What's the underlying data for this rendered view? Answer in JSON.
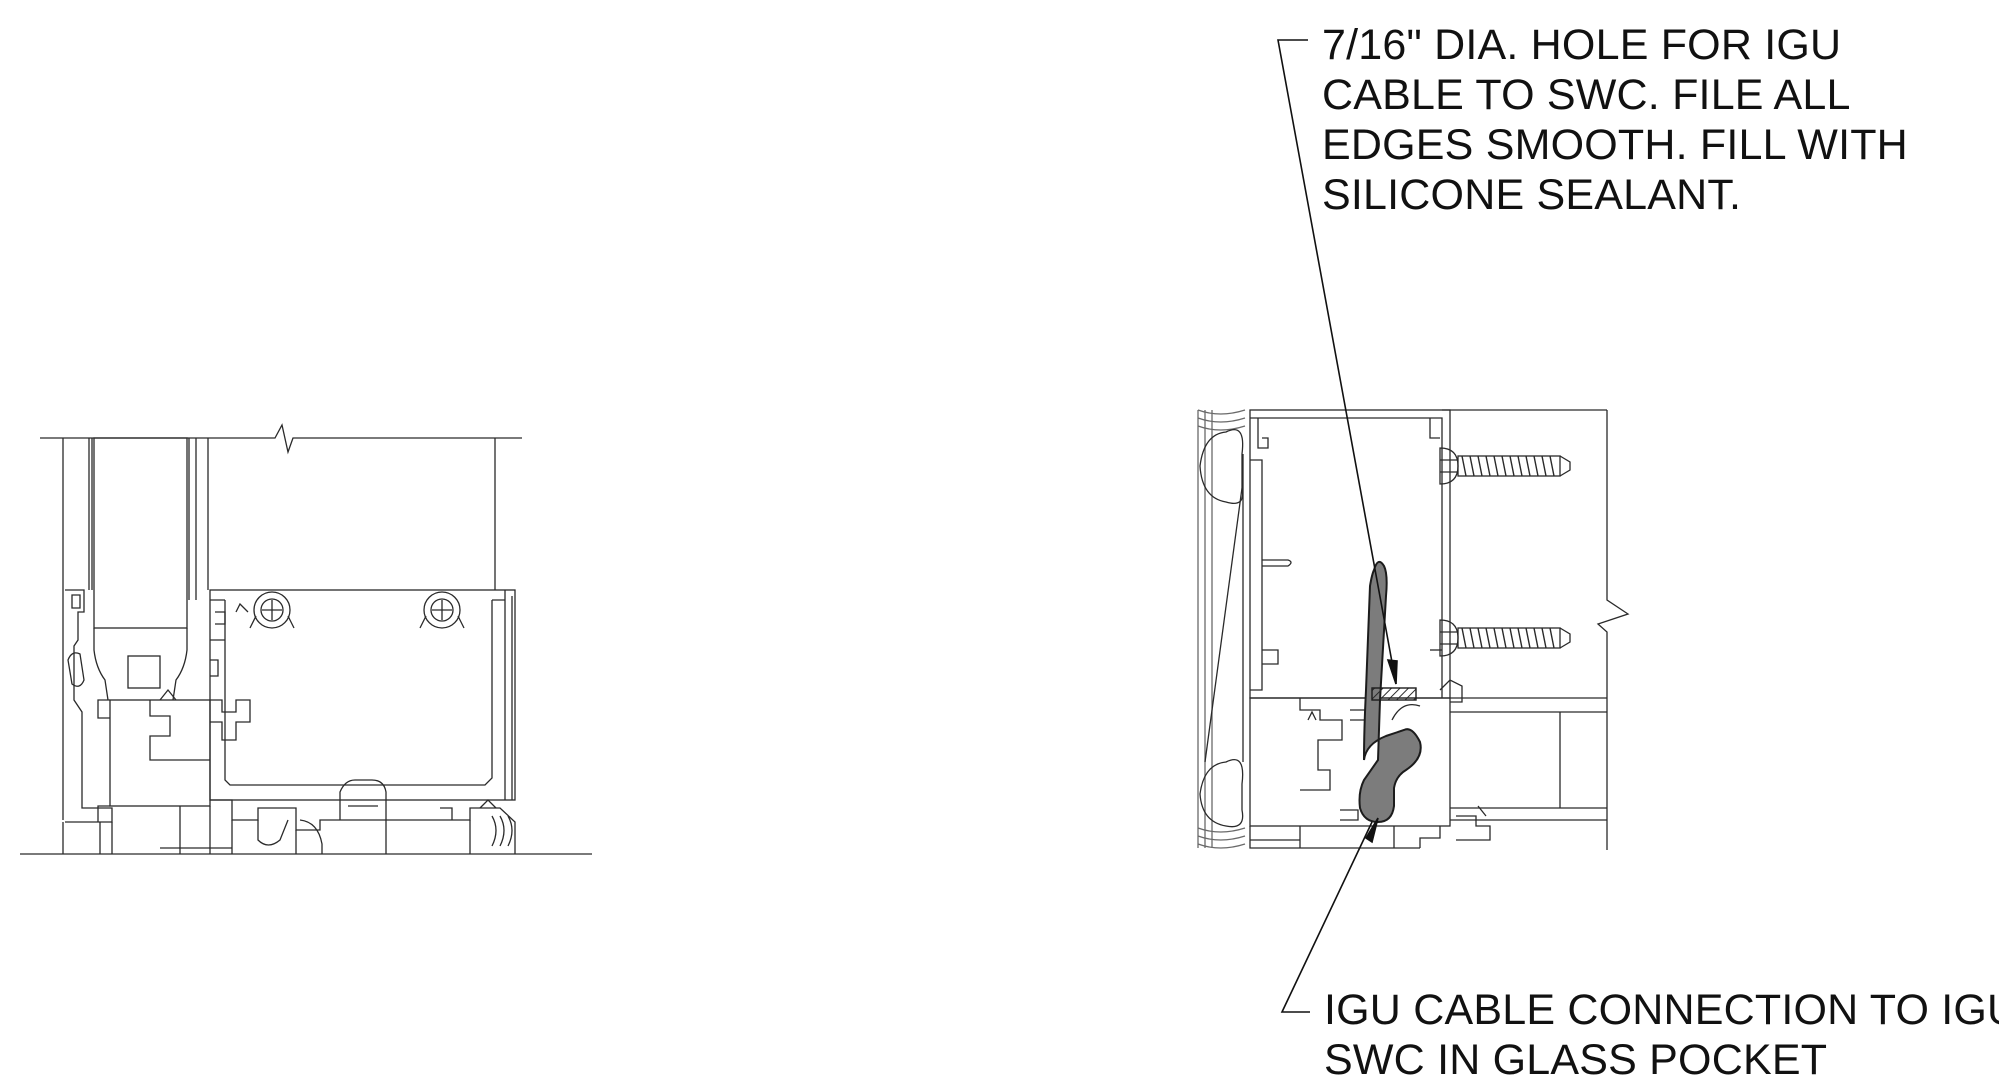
{
  "colors": {
    "line": "#2a2a2a",
    "light_line": "#6a6a6a",
    "cable_fill": "#7c7c7c",
    "background": "#ffffff"
  },
  "callouts": {
    "hole": {
      "lines": [
        "7/16\" DIA. HOLE FOR IGU",
        "CABLE TO SWC. FILE ALL",
        "EDGES SMOOTH. FILL WITH",
        "SILICONE SEALANT."
      ]
    },
    "connection": {
      "lines": [
        "IGU CABLE CONNECTION TO IGU",
        "SWC IN GLASS POCKET"
      ]
    }
  }
}
